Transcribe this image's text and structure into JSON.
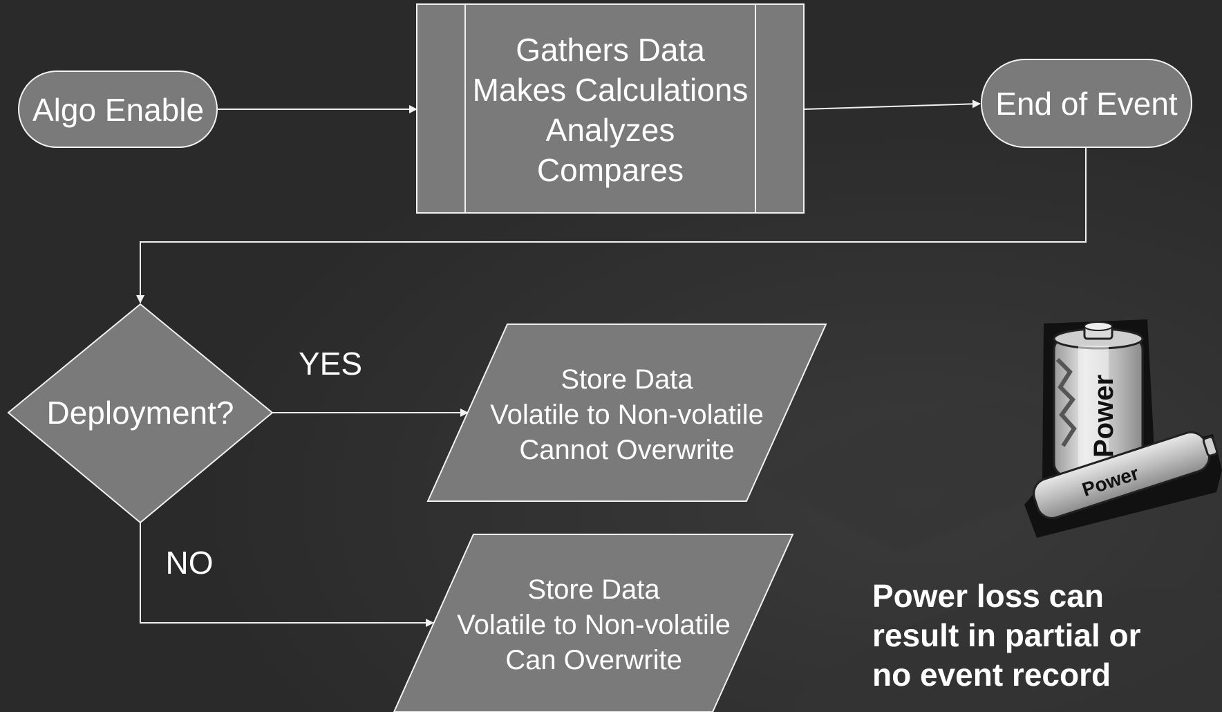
{
  "nodes": {
    "algo_enable": "Algo Enable",
    "process_lines": [
      "Gathers Data",
      "Makes Calculations",
      "Analyzes",
      "Compares"
    ],
    "end_of_event": "End of Event",
    "decision": "Deployment?",
    "store_yes_lines": [
      "Store Data",
      "Volatile to Non-volatile",
      "Cannot Overwrite"
    ],
    "store_no_lines": [
      "Store Data",
      "Volatile to Non-volatile",
      "Can Overwrite"
    ]
  },
  "edges": {
    "yes_label": "YES",
    "no_label": "NO"
  },
  "note": {
    "lines": [
      "Power loss can",
      "result in partial or",
      "no event record"
    ]
  },
  "battery": {
    "large_label": "Power",
    "small_label": "Power"
  },
  "colors": {
    "background": "#2e2e2e",
    "node_fill": "#7a7a7a",
    "stroke": "#f2f2f2",
    "text": "#ffffff"
  }
}
